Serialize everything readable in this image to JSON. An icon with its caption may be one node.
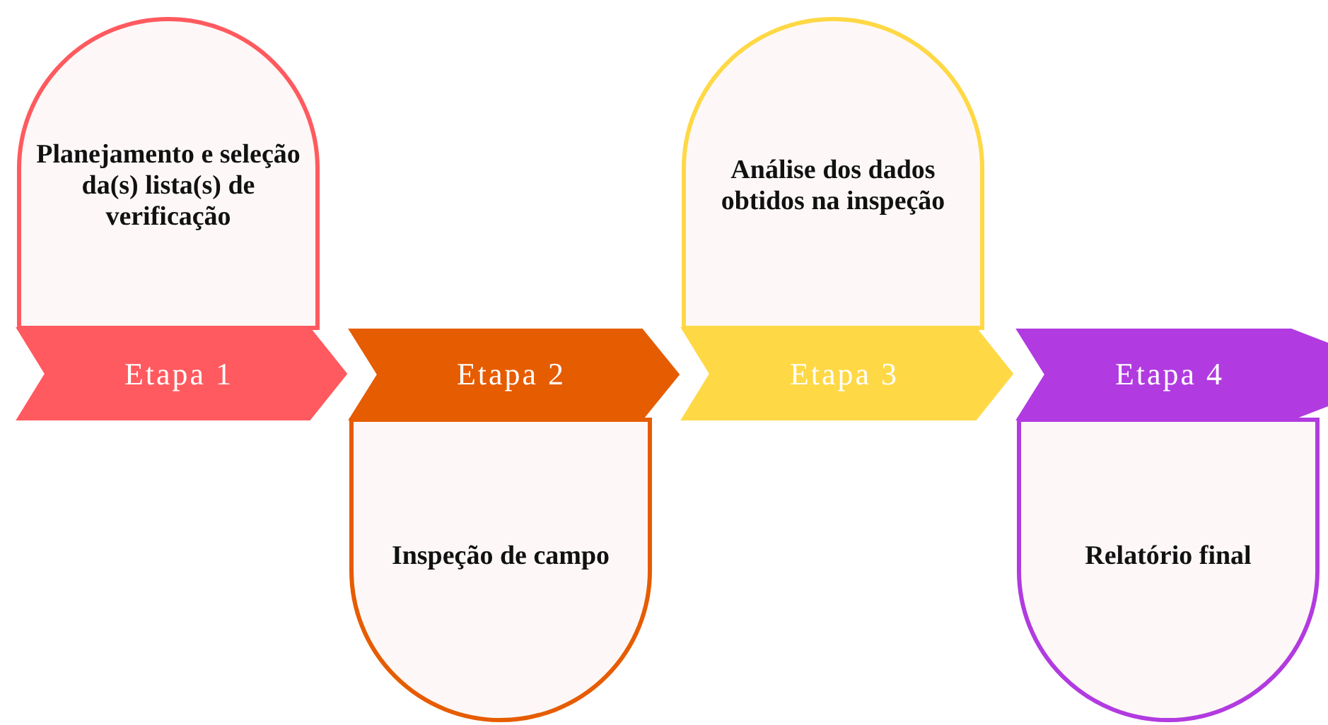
{
  "diagram": {
    "nodes": [
      {
        "text": [
          "Planejamento e seleção da(s) lista(s) de verificação"
        ]
      },
      {
        "text": [
          "Etapa 1"
        ]
      },
      {
        "text": [
          "Etapa 2"
        ]
      },
      {
        "text": [
          "Inspeção de campo"
        ]
      },
      {
        "text": [
          "Análise dos dados obtidos na inspeção"
        ]
      },
      {
        "text": [
          "Etapa 3"
        ]
      },
      {
        "text": [
          "Etapa 4"
        ]
      },
      {
        "text": [
          "Relatório final"
        ]
      }
    ]
  }
}
